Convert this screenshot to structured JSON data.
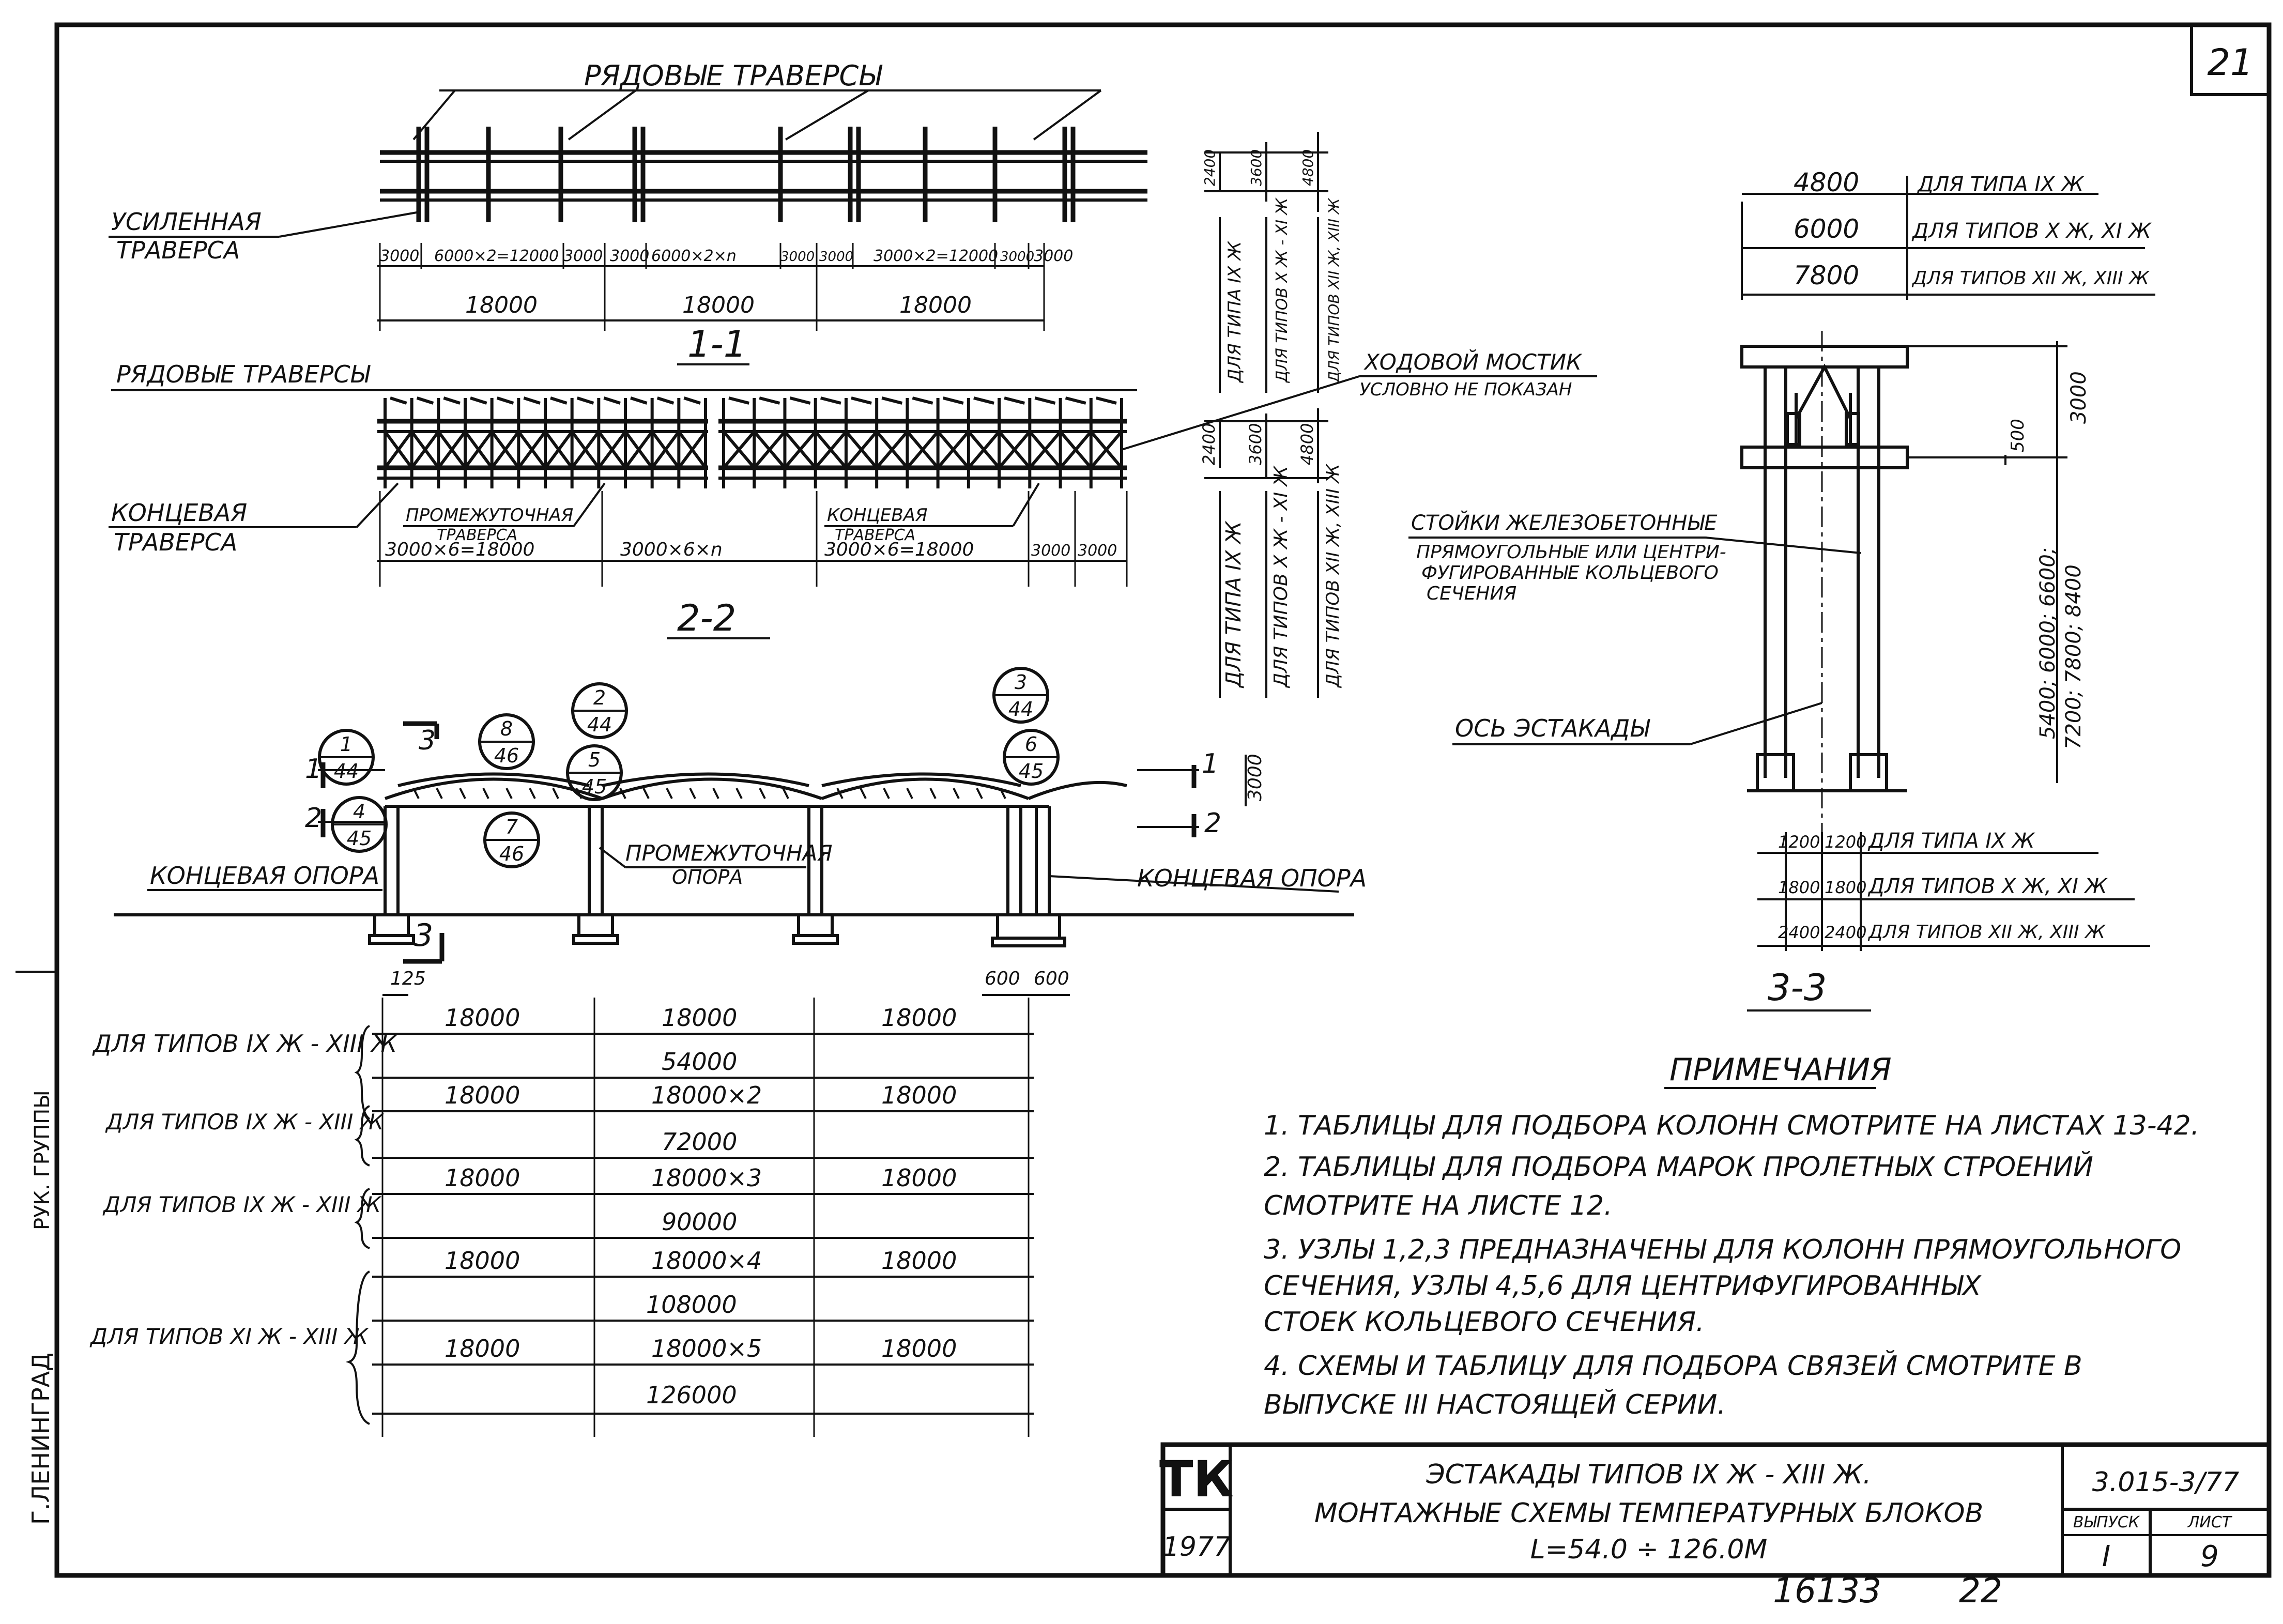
{
  "sheet_number": "21",
  "section_1_1": {
    "title": "РЯДОВЫЕ ТРАВЕРСЫ",
    "reinforced_label": [
      "УСИЛЕННАЯ",
      "ТРАВЕРСА"
    ],
    "spacing_labels": [
      "3000",
      "6000×2=12000",
      "3000",
      "3000",
      "6000×2×n",
      "3000",
      "3000",
      "3000×2=12000",
      "3000",
      "3000"
    ],
    "spans": [
      "18000",
      "18000",
      "18000"
    ],
    "section_label": "1-1"
  },
  "section_2_2": {
    "row_label": "РЯДОВЫЕ ТРАВЕРСЫ",
    "end_label": [
      "КОНЦЕВАЯ",
      "ТРАВЕРСА"
    ],
    "intermediate_label": [
      "ПРОМЕЖУТОЧНАЯ",
      "ТРАВЕРСА"
    ],
    "end_right_label": [
      "КОНЦЕВАЯ",
      "ТРАВЕРСА"
    ],
    "bridge_label": [
      "ХОДОВОЙ МОСТИК",
      "УСЛОВНО НЕ ПОКАЗАН"
    ],
    "spacing_labels": [
      "3000×6=18000",
      "3000×6×n",
      "3000×6=18000",
      "3000",
      "3000"
    ],
    "section_label": "2-2"
  },
  "vertical_dims": {
    "dims": [
      "2400",
      "3600",
      "4800"
    ],
    "type_labels": [
      "ДЛЯ ТИПА IX Ж",
      "ДЛЯ ТИПОВ X Ж - XI Ж",
      "ДЛЯ ТИПОВ XII Ж, XIII Ж"
    ]
  },
  "elevation": {
    "callouts": [
      {
        "top": "1",
        "bottom": "44"
      },
      {
        "top": "8",
        "bottom": "46"
      },
      {
        "top": "2",
        "bottom": "44"
      },
      {
        "top": "5",
        "bottom": "45"
      },
      {
        "top": "3",
        "bottom": "44"
      },
      {
        "top": "6",
        "bottom": "45"
      },
      {
        "top": "4",
        "bottom": "45"
      },
      {
        "top": "7",
        "bottom": "46"
      }
    ],
    "section_marks": [
      "1",
      "2",
      "3",
      "1",
      "2",
      "3"
    ],
    "end_support": "КОНЦЕВАЯ ОПОРА",
    "intermediate_support": [
      "ПРОМЕЖУТОЧНАЯ",
      "ОПОРА"
    ],
    "end_support_right": "КОНЦЕВАЯ ОПОРА",
    "dim_125": "125",
    "dim_600_left": "600",
    "dim_600_right": "600",
    "dim_3000": "3000"
  },
  "length_table": [
    {
      "label": "ДЛЯ ТИПОВ IX Ж - XIII Ж",
      "row1": [
        "18000",
        "18000",
        "18000"
      ],
      "total": "54000"
    },
    {
      "label": "ДЛЯ ТИПОВ IX Ж - XIII Ж",
      "row1": [
        "18000",
        "18000×2",
        "18000"
      ],
      "total": "72000"
    },
    {
      "label": "ДЛЯ ТИПОВ IX Ж - XIII Ж",
      "row1": [
        "18000",
        "18000×3",
        "18000"
      ],
      "total": "90000"
    },
    {
      "label": "ДЛЯ ТИПОВ XI Ж - XIII Ж",
      "row1": [
        "18000",
        "18000×4",
        "18000"
      ],
      "total": "108000",
      "row2": [
        "18000",
        "18000×5",
        "18000"
      ],
      "total2": "126000"
    }
  ],
  "section_3_3": {
    "top_widths": [
      {
        "value": "4800",
        "label": "ДЛЯ ТИПА IX Ж"
      },
      {
        "value": "6000",
        "label": "ДЛЯ ТИПОВ X Ж, XI Ж"
      },
      {
        "value": "7800",
        "label": "ДЛЯ ТИПОВ XII Ж, XIII Ж"
      }
    ],
    "columns_label": [
      "СТОЙКИ ЖЕЛЕЗОБЕТОННЫЕ",
      "ПРЯМОУГОЛЬНЫЕ ИЛИ ЦЕНТРИ-",
      "ФУГИРОВАННЫЕ КОЛЬЦЕВОГО",
      "СЕЧЕНИЯ"
    ],
    "axis_label": "ОСЬ ЭСТАКАДЫ",
    "dim_3000": "3000",
    "dim_500": "500",
    "heights": [
      "5400; 6000; 6600;",
      "7200; 7800; 8400"
    ],
    "bottom_rows": [
      {
        "a": "1200",
        "b": "1200",
        "label": "ДЛЯ ТИПА IX Ж"
      },
      {
        "a": "1800",
        "b": "1800",
        "label": "ДЛЯ ТИПОВ X Ж, XI Ж"
      },
      {
        "a": "2400",
        "b": "2400",
        "label": "ДЛЯ ТИПОВ XII Ж, XIII Ж"
      }
    ],
    "section_label": "3-3"
  },
  "notes": {
    "title": "ПРИМЕЧАНИЯ",
    "lines": [
      "1. ТАБЛИЦЫ ДЛЯ ПОДБОРА КОЛОНН СМОТРИТЕ НА ЛИСТАХ 13-42.",
      "2. ТАБЛИЦЫ ДЛЯ ПОДБОРА МАРОК ПРОЛЕТНЫХ СТРОЕНИЙ",
      "    СМОТРИТЕ  НА ЛИСТЕ  12.",
      "3. УЗЛЫ 1,2,3 ПРЕДНАЗНАЧЕНЫ ДЛЯ КОЛОНН ПРЯМОУГОЛЬНОГО",
      "    СЕЧЕНИЯ,  УЗЛЫ  4,5,6  ДЛЯ  ЦЕНТРИФУГИРОВАННЫХ",
      "    СТОЕК  КОЛЬЦЕВОГО  СЕЧЕНИЯ.",
      "4. СХЕМЫ И ТАБЛИЦУ ДЛЯ ПОДБОРА СВЯЗЕЙ СМОТРИТЕ В",
      "    ВЫПУСКЕ  III    НАСТОЯЩЕЙ  СЕРИИ."
    ]
  },
  "title_block": {
    "logo": "ТК",
    "year": "1977",
    "title_lines": [
      "ЭСТАКАДЫ ТИПОВ IX Ж - XIII Ж.",
      "МОНТАЖНЫЕ СХЕМЫ ТЕМПЕРАТУРНЫХ БЛОКОВ",
      "L=54.0 ÷ 126.0М"
    ],
    "series": "3.015-3/77",
    "issue_label": "ВЫПУСК",
    "issue_value": "I",
    "sheet_label": "ЛИСТ",
    "sheet_value": "9"
  },
  "side_stamp": [
    "Г.ЛЕНИНГРАД",
    "РУК. ГРУППЫ"
  ],
  "bottom_numbers": [
    "16133",
    "22"
  ]
}
